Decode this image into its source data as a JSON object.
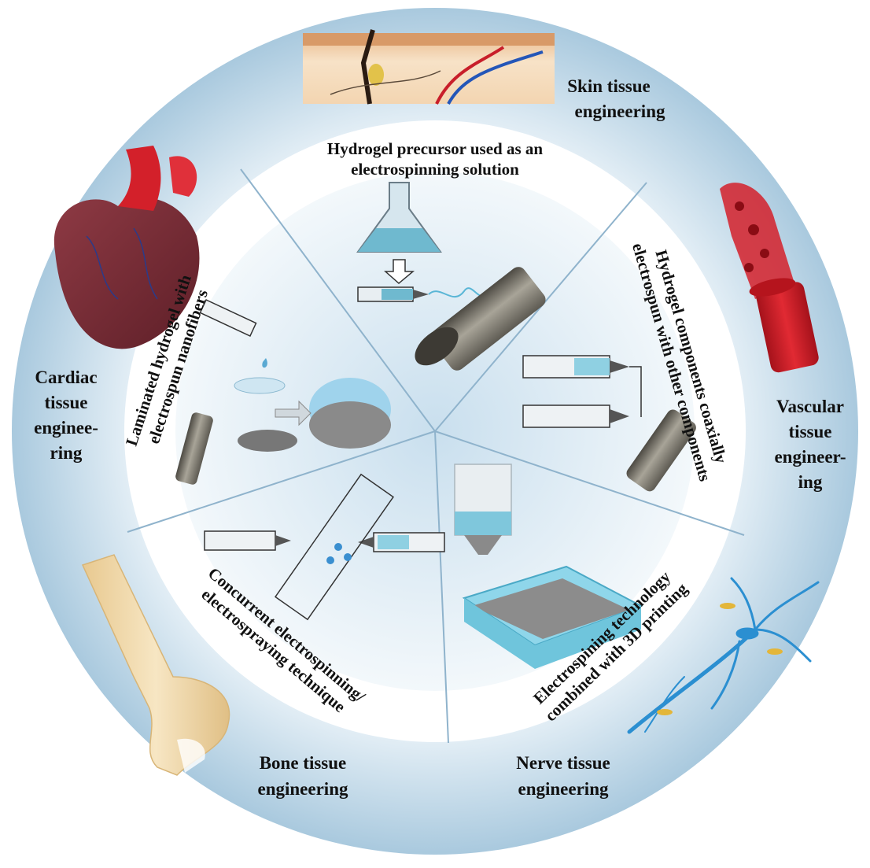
{
  "colors": {
    "outer_ring": "#bcd6e6",
    "inner_disc": "#ddebf4",
    "divider": "#8fb3cc",
    "blood_red": "#d3202a",
    "heart_dark": "#7a2b35",
    "fiber_blue": "#5ab6d6",
    "bone": "#f1d9a8",
    "nerve_blue": "#2b8fd1",
    "metal_gray": "#7b786e"
  },
  "outer_labels": {
    "skin": {
      "line1": "Skin tissue",
      "line2": "engineering"
    },
    "vascular": {
      "line1": "Vascular",
      "line2": "tissue",
      "line3": "engineer-",
      "line4": "ing"
    },
    "nerve": {
      "line1": "Nerve tissue",
      "line2": "engineering"
    },
    "bone": {
      "line1": "Bone tissue",
      "line2": "engineering"
    },
    "cardiac": {
      "line1": "Cardiac",
      "line2": "tissue",
      "line3": "enginee-",
      "line4": "ring"
    }
  },
  "methods": {
    "top": {
      "line1": "Hydrogel precursor used as an",
      "line2": "electrospinning solution"
    },
    "right": {
      "line1": "Hydrogel components coaxially",
      "line2": "electrospun with other components"
    },
    "bottom_right": {
      "line1": "Electrospining technology",
      "line2": "combined with 3D printing"
    },
    "bottom_left": {
      "line1": "Concurrent electrospinning/",
      "line2": "electrospraying technique"
    },
    "left": {
      "line1": "Laminated hydrogel with",
      "line2": "electrospun nanofibers"
    }
  },
  "icons": {
    "skin": "skin-cross-section-icon",
    "vessel": "blood-vessel-icon",
    "nerve": "nerve-cell-icon",
    "bone": "bone-icon",
    "heart": "heart-icon",
    "flask": "flask-icon",
    "syringe": "syringe-icon",
    "collector": "drum-collector-icon",
    "nozzle": "printing-nozzle-icon",
    "scaffold": "printed-scaffold-icon",
    "hydrogel_disc": "hydrogel-disc-icon"
  }
}
